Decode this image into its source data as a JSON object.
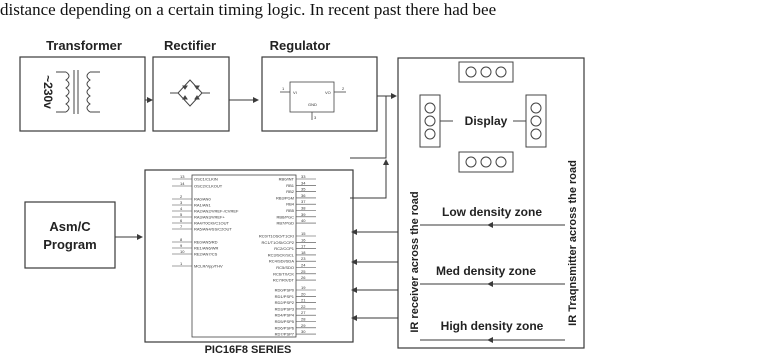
{
  "top_text": "distance depending on a certain timing logic. In recent past there had bee",
  "blocks": {
    "transformer": {
      "title": "Transformer",
      "voltage": "~230v"
    },
    "rectifier": {
      "title": "Rectifier"
    },
    "regulator": {
      "title": "Regulator",
      "pin_in": "VI",
      "pin_out": "VO",
      "pin_gnd": "GND",
      "pin1": "1",
      "pin2": "2",
      "pin3": "3"
    },
    "program": {
      "line1": "Asm/C",
      "line2": "Program"
    },
    "chip": {
      "name": "PIC16F8 SERIES"
    },
    "display": {
      "label": "Display"
    },
    "road": {
      "left_label": "IR receiver across the road",
      "right_label": "IR Traqnsmitter across the road",
      "zones": [
        "Low density zone",
        "Med density zone",
        "High density zone"
      ]
    }
  },
  "pins_left": [
    "OSC1/CLKIN",
    "OSC2/CLKOUT",
    "RA0/AN0",
    "RA1/AN1",
    "RA2/AN2/VREF-/CVREF",
    "RA3/AN3/VREF+",
    "RA4/T0CKI/C1OUT",
    "RA5/AN4/SS/C2OUT",
    "RE0/AN5/RD",
    "RE1/AN6/WR",
    "RE2/AN7/CS",
    "MCLR/Vpp/THV"
  ],
  "pins_left_nums": [
    "13",
    "14",
    "2",
    "3",
    "4",
    "5",
    "6",
    "7",
    "8",
    "9",
    "10",
    "1"
  ],
  "pins_right": [
    "RB0/INT",
    "RB1",
    "RB2",
    "RB3/PGM",
    "RB4",
    "RB5",
    "RB6/PGC",
    "RB7/PGD",
    "RC0/T1OSO/T1CKI",
    "RC1/T1OSI/CCP2",
    "RC2/CCP1",
    "RC3/SCK/SCL",
    "RC4/SDI/SDA",
    "RC5/SDO",
    "RC6/TX/CK",
    "RC7/RX/DT",
    "RD0/PSP0",
    "RD1/PSP1",
    "RD2/PSP2",
    "RD3/PSP3",
    "RD4/PSP4",
    "RD5/PSP5",
    "RD6/PSP6",
    "RD7/PSP7"
  ],
  "pins_right_nums": [
    "33",
    "34",
    "35",
    "36",
    "37",
    "38",
    "39",
    "40",
    "15",
    "16",
    "17",
    "18",
    "23",
    "24",
    "25",
    "26",
    "19",
    "20",
    "21",
    "22",
    "27",
    "28",
    "29",
    "30"
  ],
  "colors": {
    "line": "#3a3a3a",
    "text": "#222222"
  }
}
